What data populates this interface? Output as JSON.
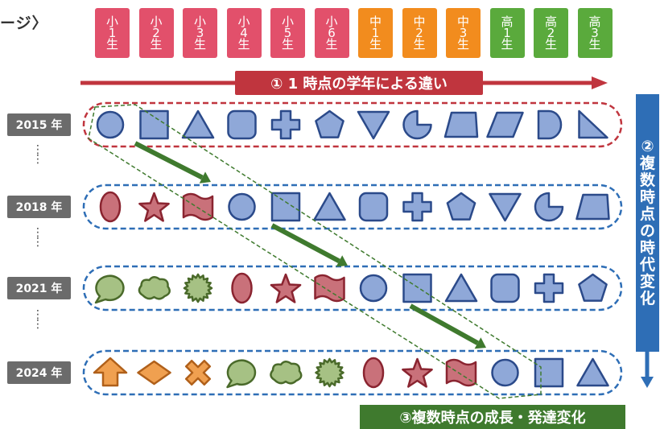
{
  "title_fragment": "ージ〉",
  "grades": [
    {
      "chars": [
        "小",
        "1",
        "生"
      ],
      "color": "#e2506b"
    },
    {
      "chars": [
        "小",
        "2",
        "生"
      ],
      "color": "#e2506b"
    },
    {
      "chars": [
        "小",
        "3",
        "生"
      ],
      "color": "#e2506b"
    },
    {
      "chars": [
        "小",
        "4",
        "生"
      ],
      "color": "#e2506b"
    },
    {
      "chars": [
        "小",
        "5",
        "生"
      ],
      "color": "#e2506b"
    },
    {
      "chars": [
        "小",
        "6",
        "生"
      ],
      "color": "#e2506b"
    },
    {
      "chars": [
        "中",
        "1",
        "生"
      ],
      "color": "#f28c1e"
    },
    {
      "chars": [
        "中",
        "2",
        "生"
      ],
      "color": "#f28c1e"
    },
    {
      "chars": [
        "中",
        "3",
        "生"
      ],
      "color": "#f28c1e"
    },
    {
      "chars": [
        "高",
        "1",
        "生"
      ],
      "color": "#5aaa3c"
    },
    {
      "chars": [
        "高",
        "2",
        "生"
      ],
      "color": "#5aaa3c"
    },
    {
      "chars": [
        "高",
        "3",
        "生"
      ],
      "color": "#5aaa3c"
    }
  ],
  "banner_grade": "① 1 時点の学年による違い",
  "years": [
    "2015 年",
    "2018 年",
    "2021 年",
    "2024 年"
  ],
  "vertical_banner": [
    "②",
    "複",
    "数",
    "時",
    "点",
    "の",
    "時",
    "代",
    "変",
    "化"
  ],
  "bottom_banner": "③複数時点の成長・発達変化",
  "colors": {
    "red_accent": "#c0353e",
    "blue_accent": "#2e6eb6",
    "green_accent": "#3f7a2e",
    "blue_shape": "#8fa8d8",
    "red_shape": "#c9717a",
    "green_shape": "#a6c184",
    "orange_shape": "#f0a050"
  },
  "rows": [
    {
      "shapes": [
        "circle",
        "square",
        "triangle",
        "rounded-square",
        "cross",
        "pentagon",
        "down-triangle",
        "pacman",
        "trapezoid",
        "parallelogram",
        "d-shape",
        "right-triangle"
      ]
    },
    {
      "shapes": [
        "ellipse",
        "star",
        "wavy-flag",
        "circle",
        "square",
        "triangle",
        "rounded-square",
        "cross",
        "pentagon",
        "down-triangle",
        "pacman",
        "trapezoid"
      ]
    },
    {
      "shapes": [
        "speech-bubble",
        "cloud",
        "burst",
        "ellipse",
        "star",
        "wavy-flag",
        "circle",
        "square",
        "triangle",
        "rounded-square",
        "cross",
        "pentagon"
      ]
    },
    {
      "shapes": [
        "arrow-house",
        "diamond",
        "x-cross",
        "speech-bubble",
        "cloud",
        "burst",
        "ellipse",
        "star",
        "wavy-flag",
        "circle",
        "square",
        "triangle"
      ]
    }
  ]
}
